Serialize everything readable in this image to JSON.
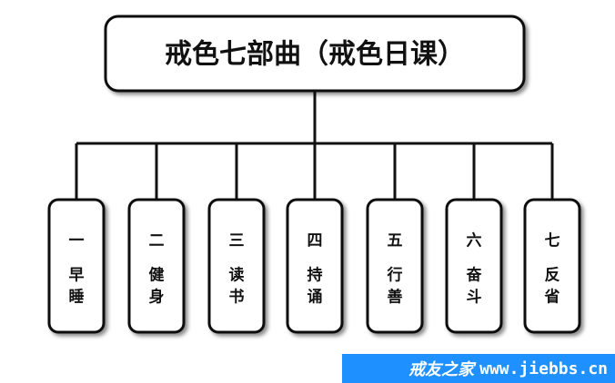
{
  "diagram": {
    "root": "戒色七部曲（戒色日课）",
    "children": [
      {
        "num": "一",
        "name": "早睡"
      },
      {
        "num": "二",
        "name": "健身"
      },
      {
        "num": "三",
        "name": "读书"
      },
      {
        "num": "四",
        "name": "持诵"
      },
      {
        "num": "五",
        "name": "行善"
      },
      {
        "num": "六",
        "name": "奋斗"
      },
      {
        "num": "七",
        "name": "反省"
      }
    ]
  },
  "watermark": {
    "site_name": "戒友之家",
    "url": "www.jiebbs.cn",
    "color": "#1e90ff"
  }
}
